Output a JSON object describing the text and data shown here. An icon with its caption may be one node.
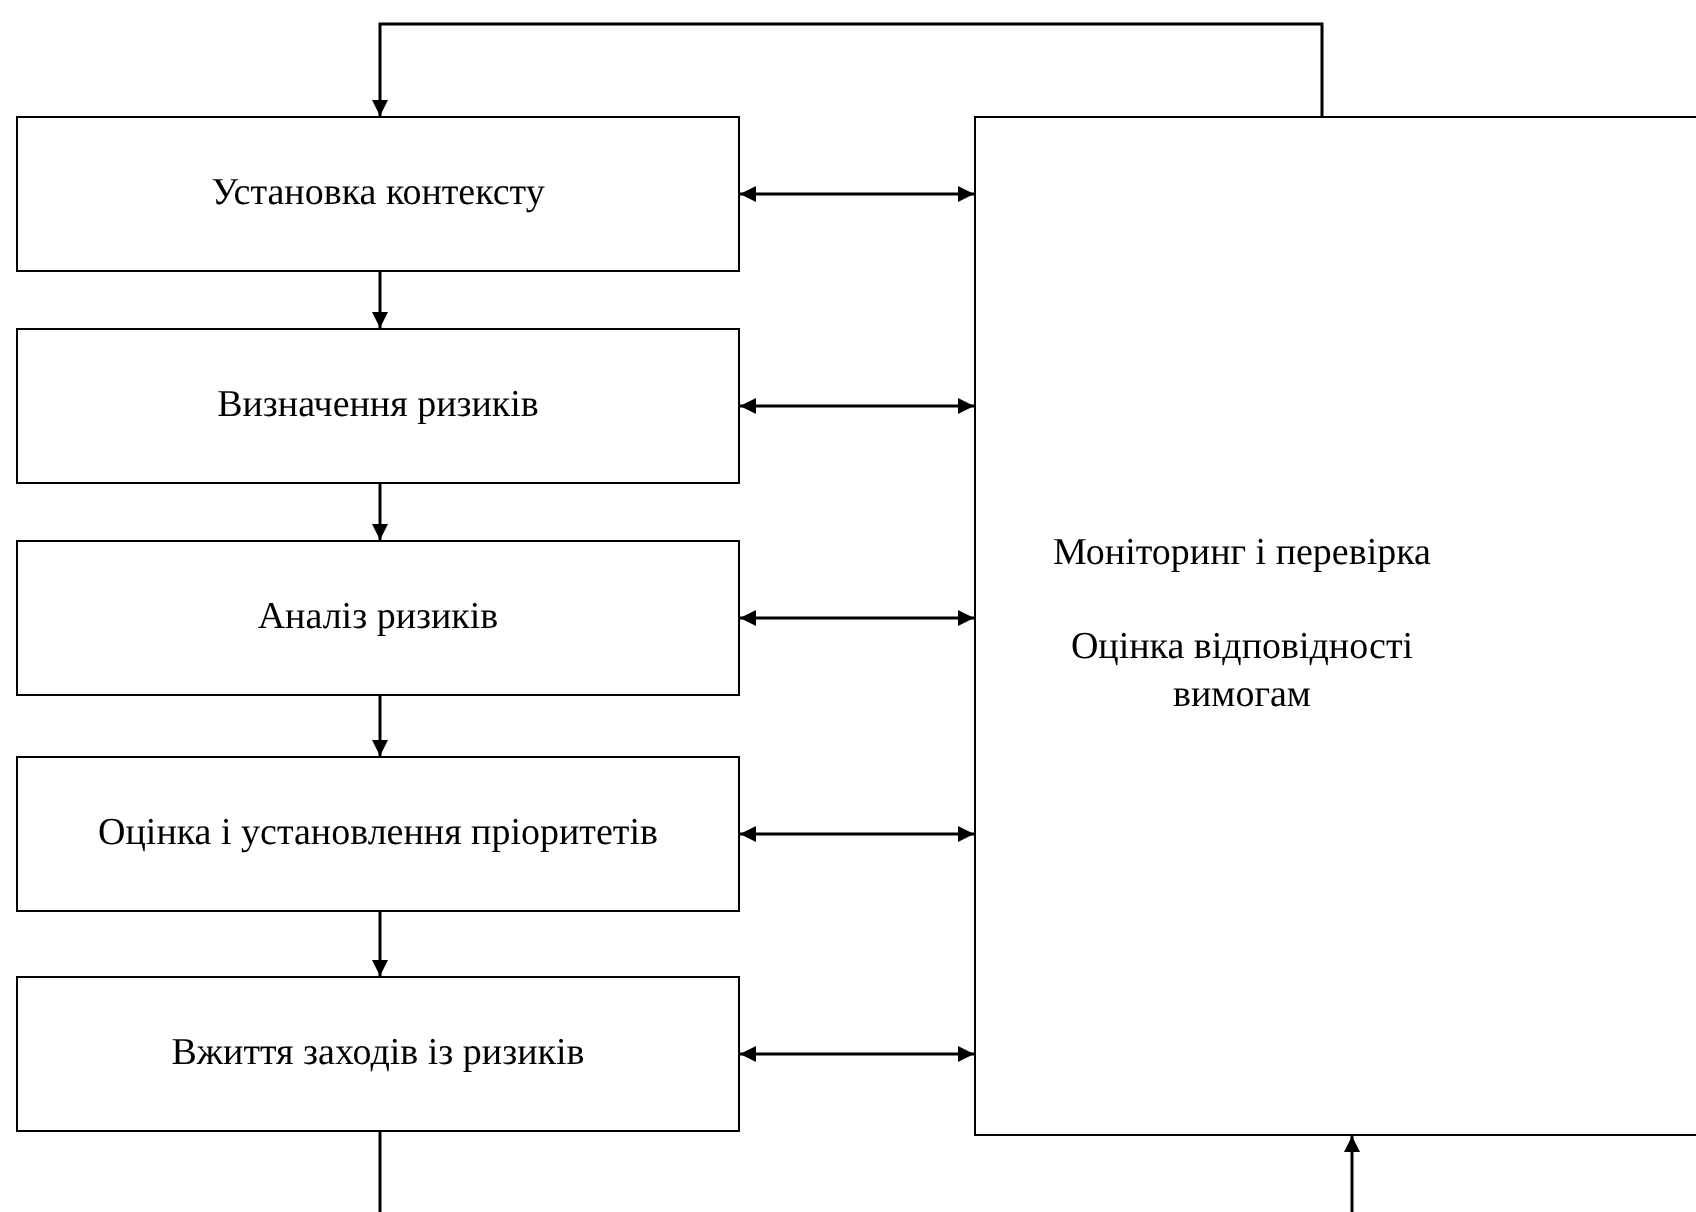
{
  "diagram": {
    "nodes": [
      {
        "text": [
          "Установка контексту"
        ]
      },
      {
        "text": [
          "Визначення ризиків"
        ]
      },
      {
        "text": [
          "Аналіз ризиків"
        ]
      },
      {
        "text": [
          "Оцінка і установлення пріоритетів"
        ]
      },
      {
        "text": [
          "Вжиття заходів із ризиків"
        ]
      },
      {
        "text": [
          "Моніторинг і перевірка",
          "Оцінка відповідності вимогам"
        ]
      }
    ],
    "edges": [
      {
        "from": 0,
        "to": 1,
        "arrow": "to"
      },
      {
        "from": 1,
        "to": 2,
        "arrow": "to"
      },
      {
        "from": 2,
        "to": 3,
        "arrow": "to"
      },
      {
        "from": 3,
        "to": 4,
        "arrow": "to"
      },
      {
        "from": 0,
        "to": 5,
        "arrow": "both"
      },
      {
        "from": 1,
        "to": 5,
        "arrow": "both"
      },
      {
        "from": 2,
        "to": 5,
        "arrow": "both"
      },
      {
        "from": 3,
        "to": 5,
        "arrow": "both"
      },
      {
        "from": 4,
        "to": 5,
        "arrow": "both"
      },
      {
        "from": 5,
        "to": 0,
        "arrow": "to"
      },
      {
        "from": 4,
        "to": null,
        "arrow": "none"
      },
      {
        "from": null,
        "to": 5,
        "arrow": "to"
      }
    ]
  }
}
